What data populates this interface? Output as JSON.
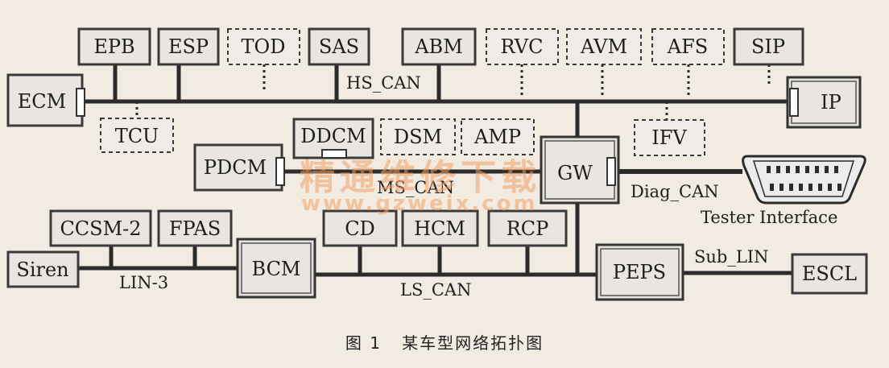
{
  "caption": {
    "figure_no": "图 1",
    "text": "某车型网络拓扑图"
  },
  "nodes": {
    "epb": "EPB",
    "esp": "ESP",
    "tod": "TOD",
    "sas": "SAS",
    "abm": "ABM",
    "rvc": "RVC",
    "avm": "AVM",
    "afs": "AFS",
    "sip": "SIP",
    "ecm": "ECM",
    "ip": "IP",
    "tcu": "TCU",
    "ifv": "IFV",
    "ddcm": "DDCM",
    "dsm": "DSM",
    "amp": "AMP",
    "pdcm": "PDCM",
    "gw": "GW",
    "ccsm2": "CCSM-2",
    "fpas": "FPAS",
    "siren": "Siren",
    "bcm": "BCM",
    "cd": "CD",
    "hcm": "HCM",
    "rcp": "RCP",
    "peps": "PEPS",
    "escl": "ESCL"
  },
  "bus_labels": {
    "hs_can": "HS_CAN",
    "ms_can": "MS_CAN",
    "diag_can": "Diag_CAN",
    "lin3": "LIN-3",
    "ls_can": "LS_CAN",
    "sub_lin": "Sub_LIN"
  },
  "tester_label": "Tester Interface",
  "watermark": {
    "cn": "精通维修下载",
    "url": "www.gzweix.com"
  }
}
